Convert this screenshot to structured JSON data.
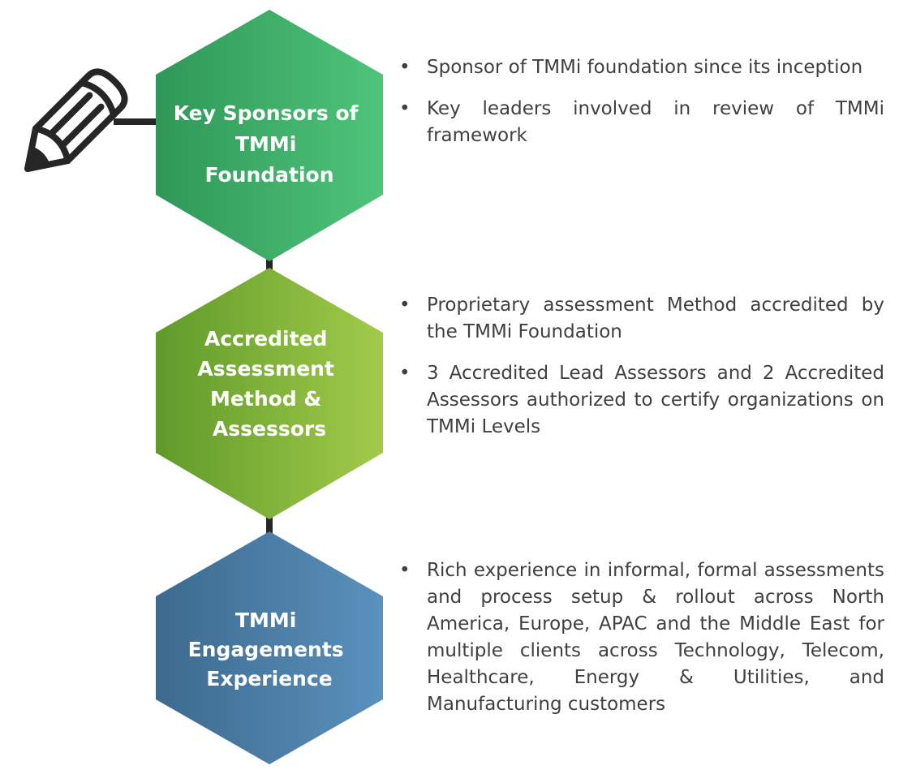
{
  "diagram": {
    "stages": [
      {
        "label_lines": [
          "Key Sponsors of",
          "TMMi",
          "Foundation"
        ],
        "colors": {
          "dark": "#2f9858",
          "light": "#4fc47a"
        },
        "bullets": [
          "Sponsor of TMMi foundation since its inception",
          "Key leaders involved in review of TMMi framework"
        ]
      },
      {
        "label_lines": [
          "Accredited",
          "Assessment",
          "Method &",
          "Assessors"
        ],
        "colors": {
          "dark": "#5f9a2a",
          "light": "#a2cb4a"
        },
        "bullets": [
          "Proprietary assessment Method accredited by the TMMi Foundation",
          "3 Accredited Lead Assessors and 2 Accredited Assessors authorized to certify organizations on TMMi Levels"
        ]
      },
      {
        "label_lines": [
          "TMMi",
          "Engagements",
          "Experience"
        ],
        "colors": {
          "dark": "#3d6a8e",
          "light": "#5a91bd"
        },
        "bullets": [
          "Rich experience in informal, formal assessments and process setup & rollout across North America, Europe, APAC and the Middle East for multiple clients across Technology, Telecom, Healthcare, Energy & Utilities, and Manufacturing customers"
        ]
      }
    ],
    "icons": {
      "start": "pencil-icon"
    },
    "colors": {
      "connector": "#262626",
      "text": "#404040"
    }
  }
}
